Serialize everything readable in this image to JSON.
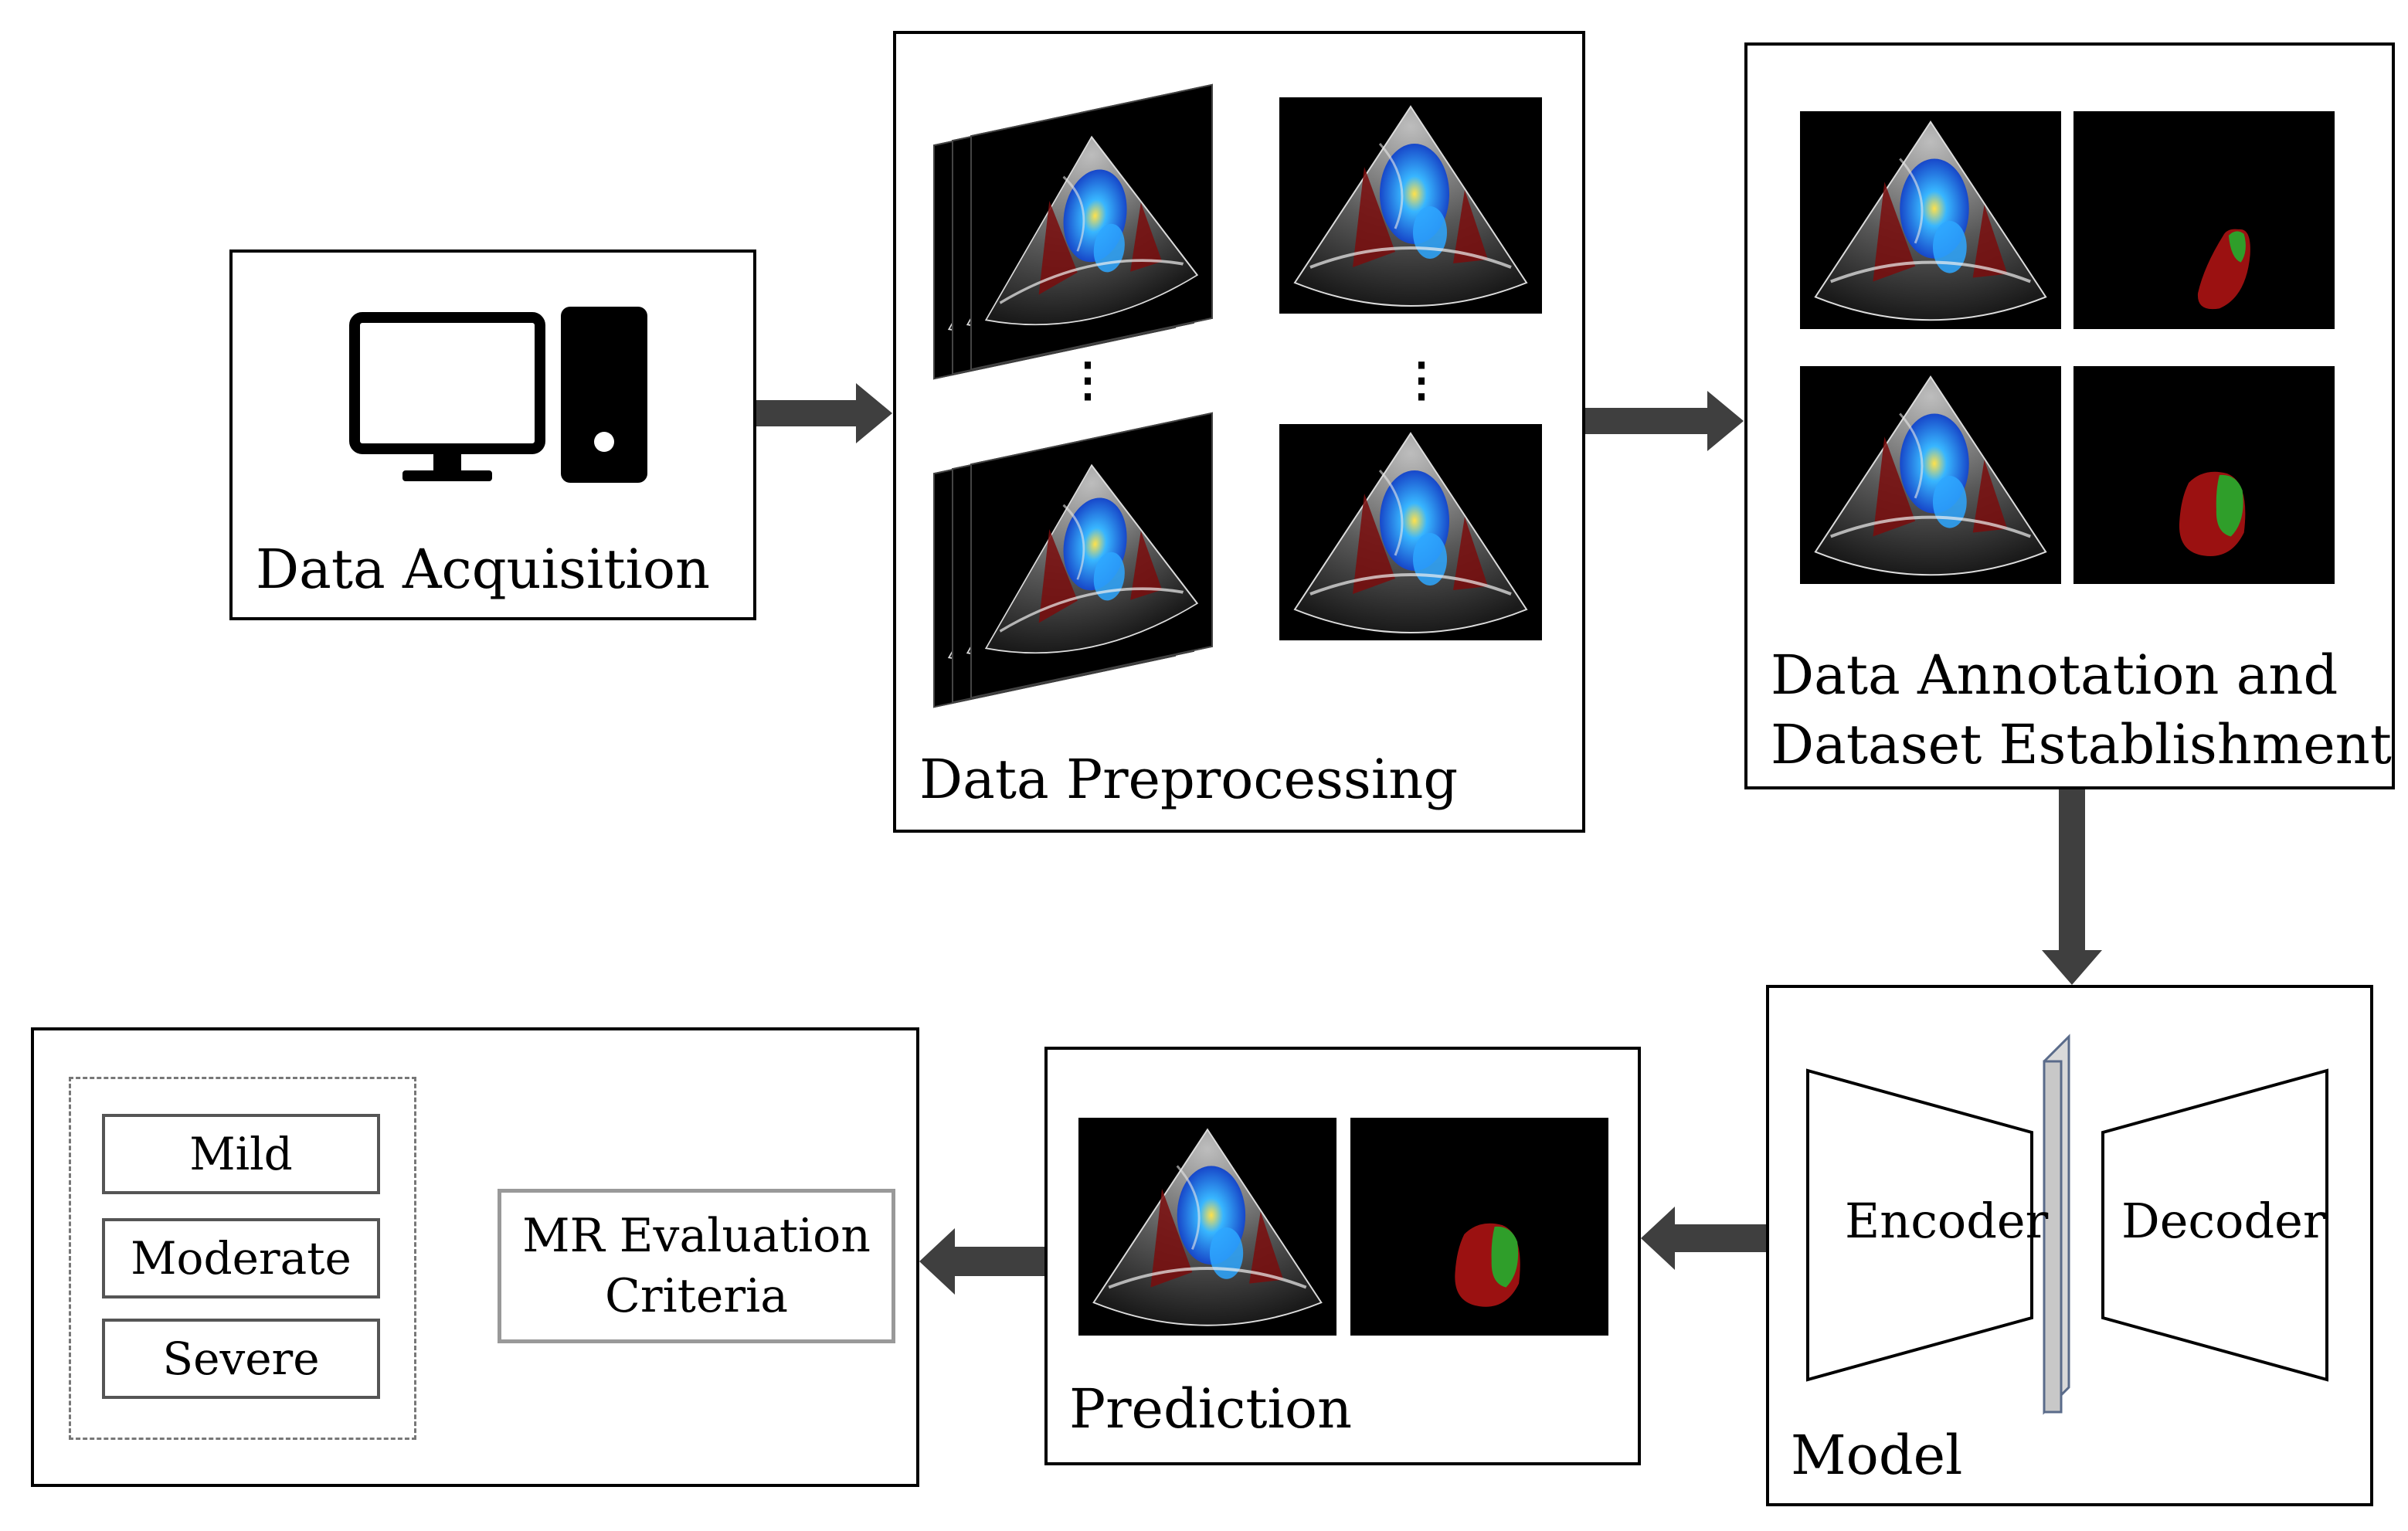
{
  "stages": {
    "acquisition": {
      "label": "Data Acquisition"
    },
    "preprocessing": {
      "label": "Data Preprocessing",
      "ellipsis": "⋮"
    },
    "annotation": {
      "label_line1": "Data Annotation and",
      "label_line2": "Dataset Establishment"
    },
    "model": {
      "label": "Model",
      "encoder": "Encoder",
      "decoder": "Decoder"
    },
    "prediction": {
      "label": "Prediction"
    },
    "evaluation": {
      "criteria_line1": "MR Evaluation",
      "criteria_line2": "Criteria",
      "grades": [
        "Mild",
        "Moderate",
        "Severe"
      ]
    }
  },
  "icons": {
    "computer": "desktop-computer-icon"
  },
  "colors": {
    "flow_arrow": "#3f3f3f",
    "doppler_blue": "#1e5fd8",
    "doppler_red": "#8a1010",
    "mask_red": "#9b1111",
    "mask_green": "#2f9e2a",
    "bottleneck": "#c8c8c8"
  }
}
